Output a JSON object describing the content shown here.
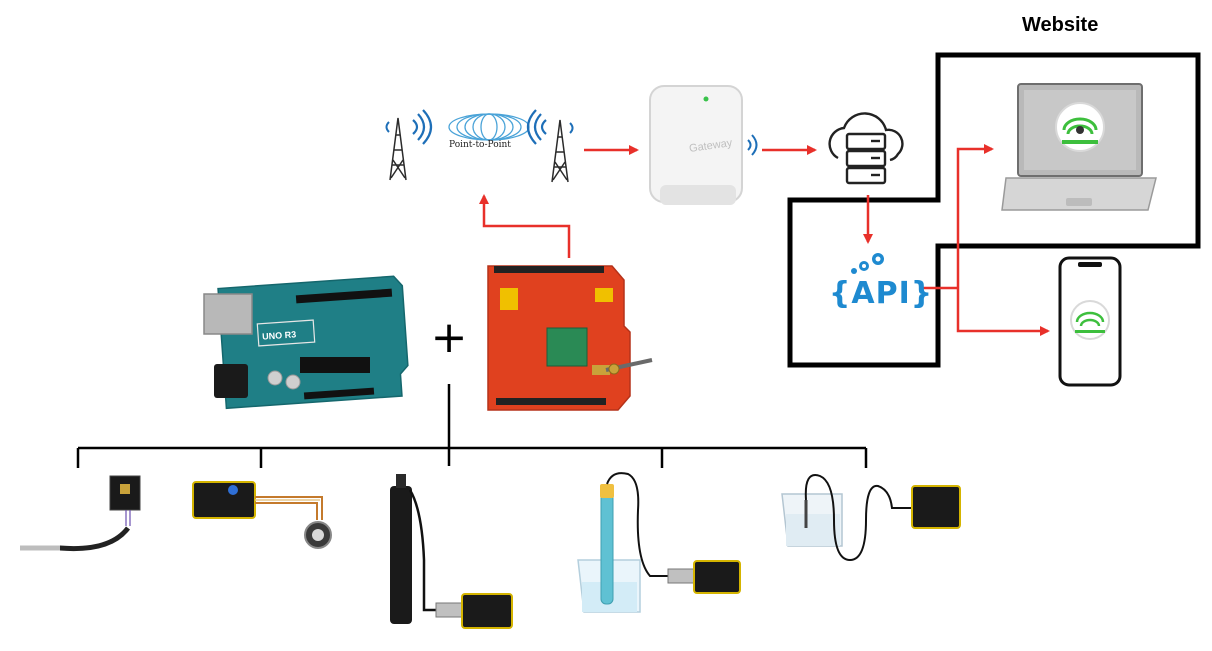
{
  "website_title": "Website",
  "radio_link_label": "Point-to-Point",
  "gateway_label": "Gateway",
  "api_label": "{API}",
  "board_label": "UNO R3",
  "plus_symbol": "+",
  "colors": {
    "arrow": "#e8302a",
    "board_teal": "#1f7f86",
    "lora_red": "#e0411f",
    "api_blue": "#1e8ad0",
    "line": "#000000"
  },
  "icons": [
    "radio-tower-icon",
    "radio-tower-icon",
    "gateway-device-icon",
    "cloud-server-icon",
    "api-icon",
    "laptop-icon",
    "smartphone-icon",
    "app-logo-icon"
  ]
}
